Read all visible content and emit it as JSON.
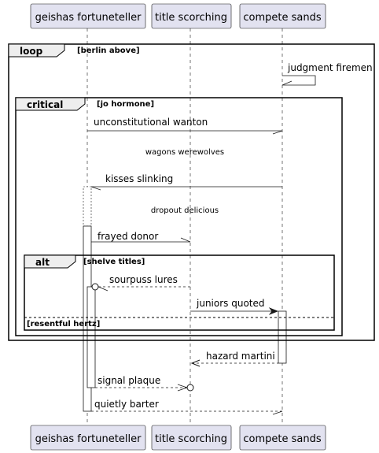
{
  "participants": [
    {
      "label": "geishas fortuneteller"
    },
    {
      "label": "title scorching"
    },
    {
      "label": "compete sands"
    }
  ],
  "groups": {
    "loop": {
      "keyword": "loop",
      "condition": "[berlin above]"
    },
    "critical": {
      "keyword": "critical",
      "condition": "[jo hormone]"
    },
    "alt": {
      "keyword": "alt",
      "condition": "[shelve titles]",
      "else_condition": "[resentful hertz]"
    }
  },
  "messages": [
    {
      "text": "judgment firemen"
    },
    {
      "text": "unconstitutional wanton"
    },
    {
      "text": "kisses slinking"
    },
    {
      "text": "frayed donor"
    },
    {
      "text": "sourpuss lures"
    },
    {
      "text": "juniors quoted"
    },
    {
      "text": "hazard martini"
    },
    {
      "text": "signal plaque"
    },
    {
      "text": "quietly barter"
    }
  ],
  "delays": [
    {
      "text": "wagons werewolves"
    },
    {
      "text": "dropout delicious"
    }
  ],
  "colors": {
    "participant_fill": "#e2e2f0",
    "participant_border": "#181818",
    "line": "#181818",
    "activation_fill": "#ffffff"
  }
}
